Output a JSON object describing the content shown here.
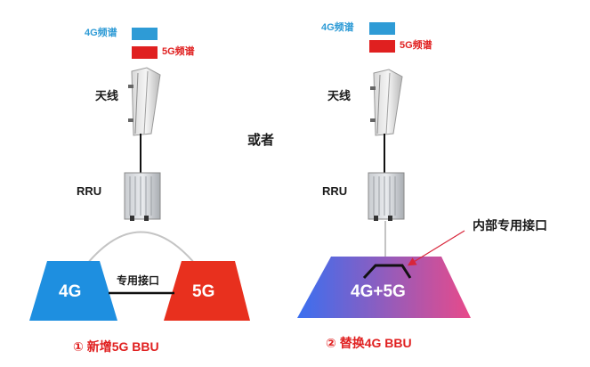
{
  "colors": {
    "lte": "#2e9bd6",
    "nr": "#e02020",
    "bbu_4g": "#1e8fe0",
    "bbu_5g": "#e8301e",
    "merged_start": "#3a6ff0",
    "merged_end": "#e84a8a"
  },
  "scenario_1": {
    "legend_4g": "4G频谱",
    "legend_5g": "5G频谱",
    "antenna_label": "天线",
    "rru_label": "RRU",
    "bbu_4g_label": "4G",
    "bbu_5g_label": "5G",
    "link_label": "专用接口",
    "caption": "① 新增5G BBU"
  },
  "or_label": "或者",
  "scenario_2": {
    "legend_4g": "4G频谱",
    "legend_5g": "5G频谱",
    "antenna_label": "天线",
    "rru_label": "RRU",
    "bbu_label": "4G+5G",
    "internal_label": "内部专用接口",
    "caption": "② 替换4G BBU"
  }
}
